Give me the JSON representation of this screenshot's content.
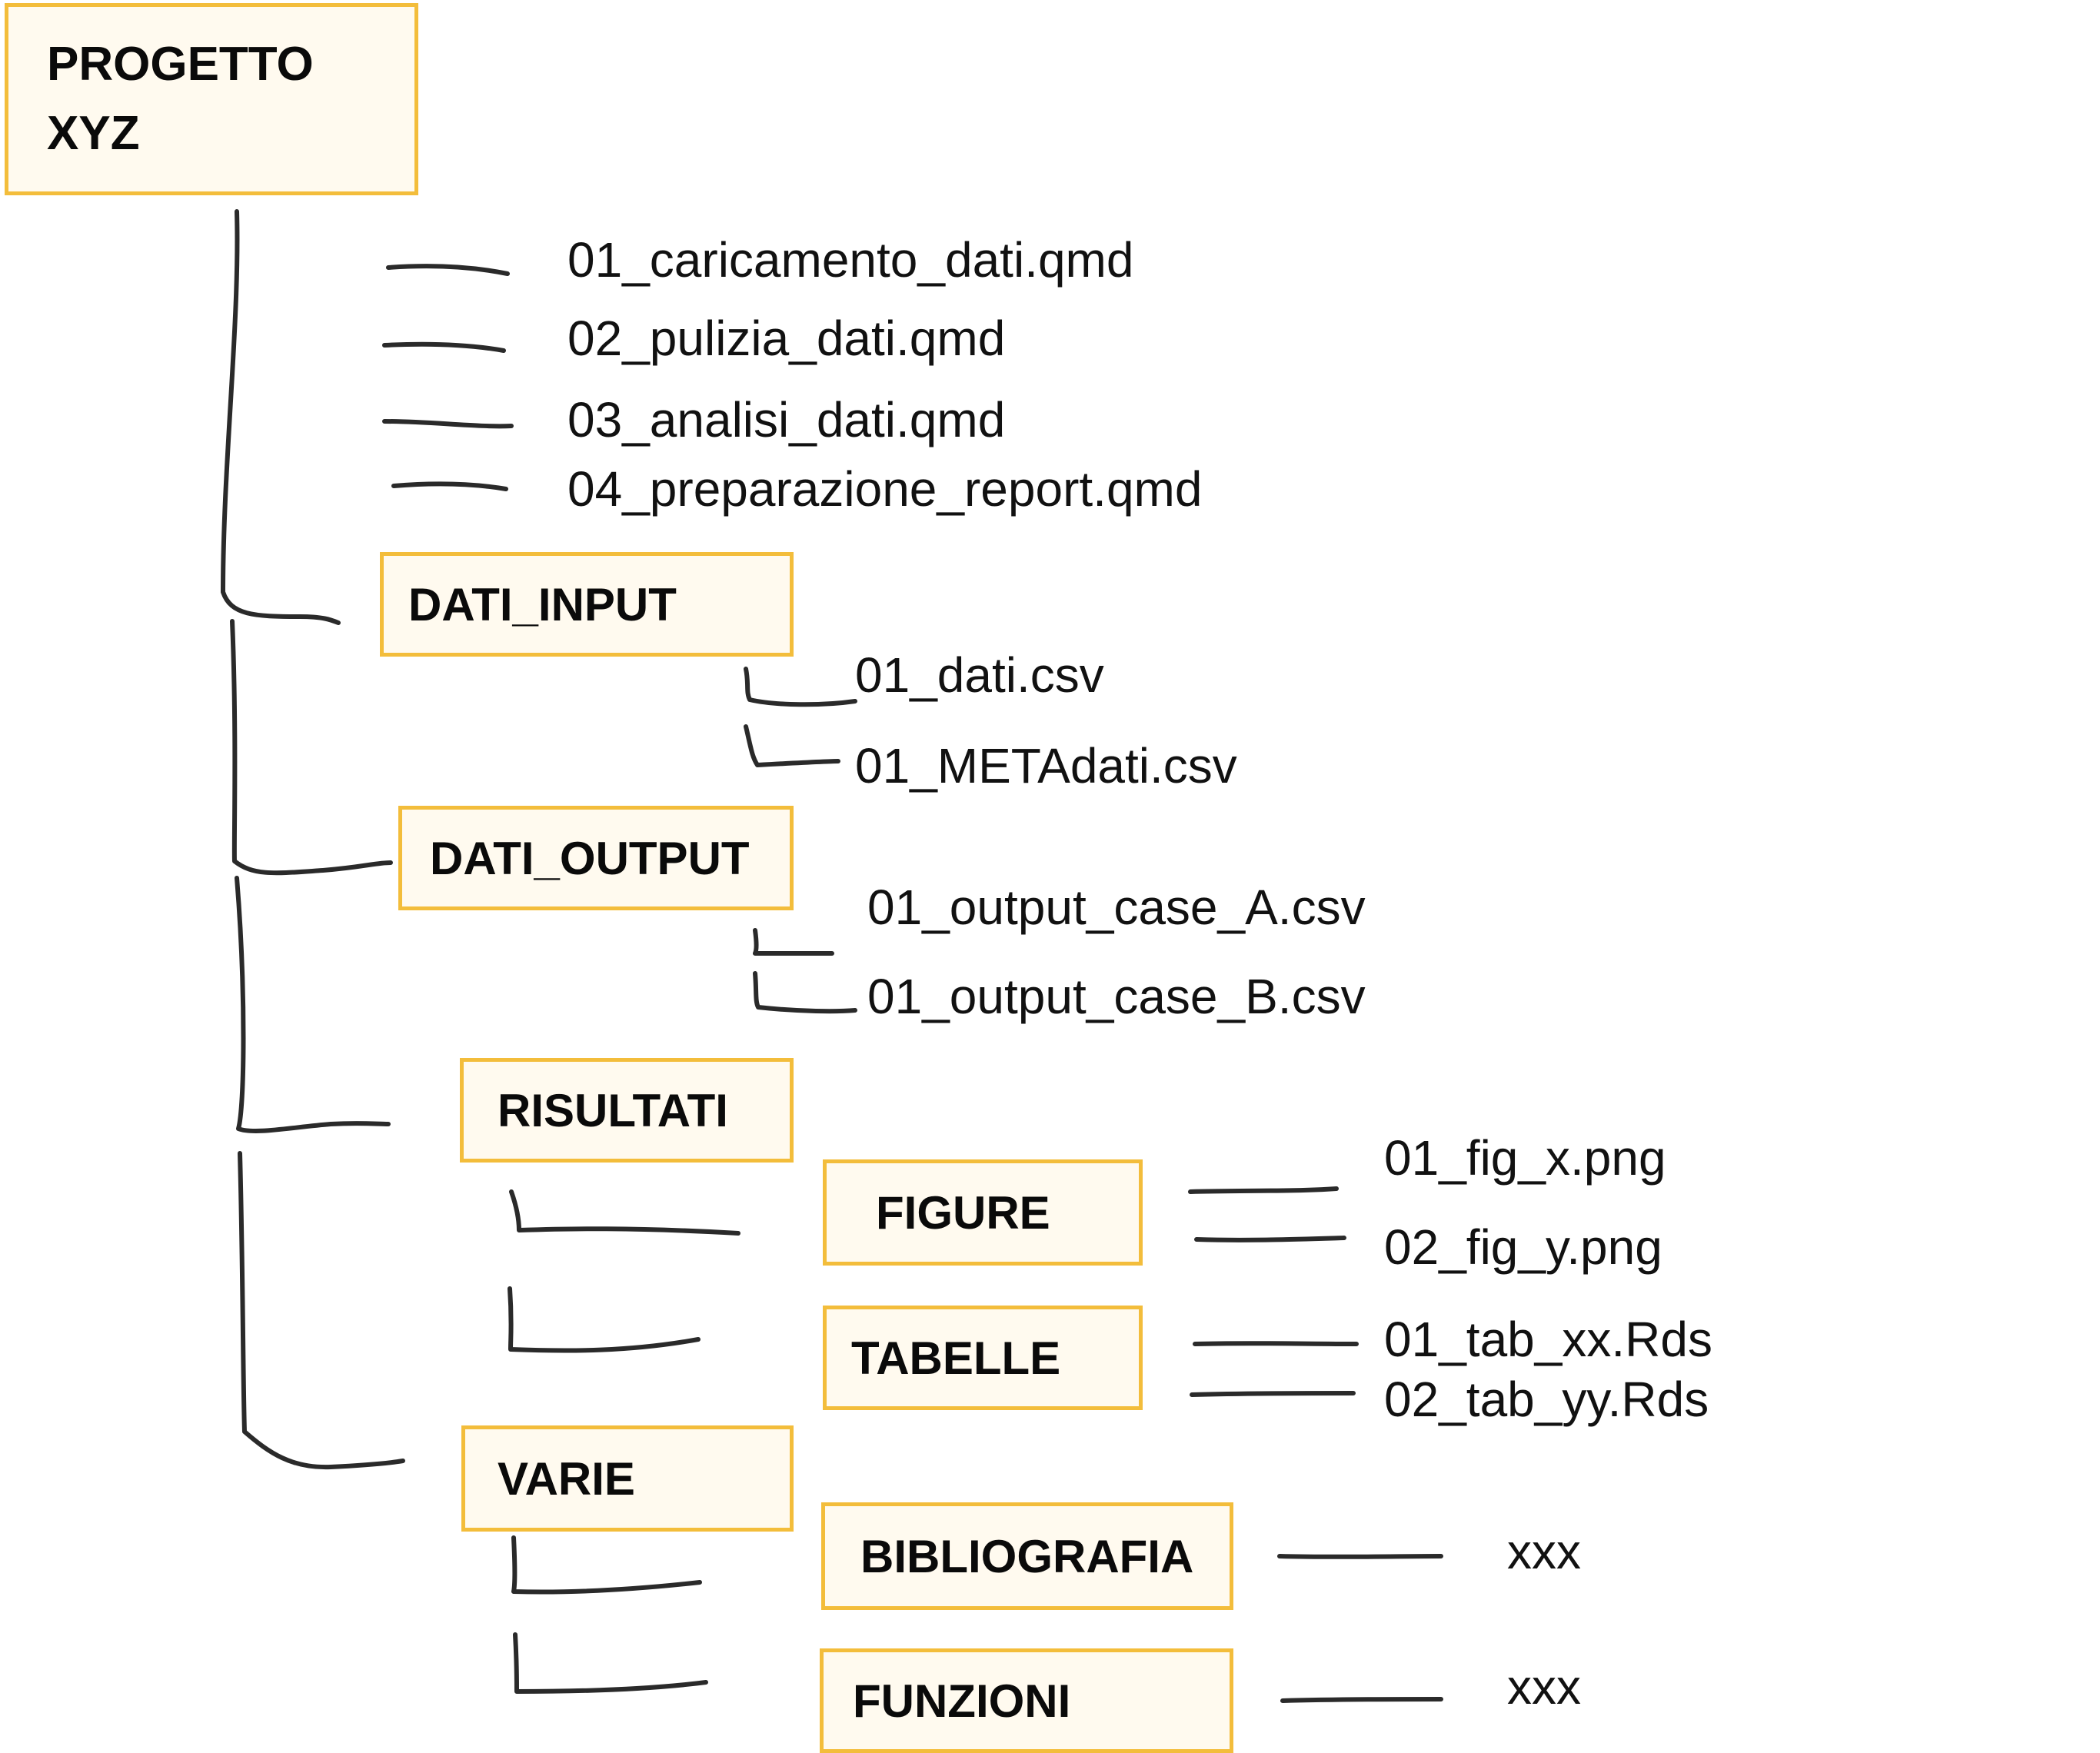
{
  "root": {
    "label_line1": "PROGETTO",
    "label_line2": "XYZ"
  },
  "root_files": [
    "01_caricamento_dati.qmd",
    "02_pulizia_dati.qmd",
    "03_analisi_dati.qmd",
    "04_preparazione_report.qmd"
  ],
  "folders": {
    "dati_input": "DATI_INPUT",
    "dati_output": "DATI_OUTPUT",
    "risultati": "RISULTATI",
    "figure": "FIGURE",
    "tabelle": "TABELLE",
    "varie": "VARIE",
    "bibliografia": "BIBLIOGRAFIA",
    "funzioni": "FUNZIONI"
  },
  "dati_input_files": [
    "01_dati.csv",
    "01_METAdati.csv"
  ],
  "dati_output_files": [
    "01_output_case_A.csv",
    "01_output_case_B.csv"
  ],
  "figure_files": [
    "01_fig_x.png",
    "02_fig_y.png"
  ],
  "tabelle_files": [
    "01_tab_xx.Rds",
    "02_tab_yy.Rds"
  ],
  "bibliografia_files": [
    "xxx"
  ],
  "funzioni_files": [
    "xxx"
  ],
  "colors": {
    "folder_border": "#f3bd3b",
    "folder_fill": "#fffaef",
    "line": "#2a2a2a"
  }
}
